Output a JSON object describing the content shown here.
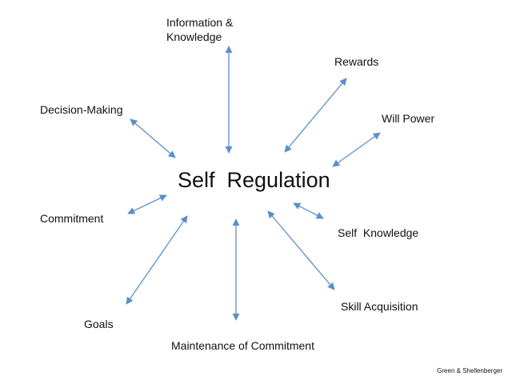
{
  "diagram": {
    "center_label": "Self  Regulation",
    "nodes": [
      {
        "id": "information",
        "lines": [
          "Information &",
          "Knowledge"
        ]
      },
      {
        "id": "rewards",
        "lines": [
          "Rewards"
        ]
      },
      {
        "id": "will-power",
        "lines": [
          "Will Power"
        ]
      },
      {
        "id": "self-knowledge",
        "lines": [
          "Self  Knowledge"
        ]
      },
      {
        "id": "skill-acquisition",
        "lines": [
          "Skill Acquisition"
        ]
      },
      {
        "id": "maintenance",
        "lines": [
          "Maintenance of Commitment"
        ]
      },
      {
        "id": "goals",
        "lines": [
          "Goals"
        ]
      },
      {
        "id": "commitment",
        "lines": [
          "Commitment"
        ]
      },
      {
        "id": "decision-making",
        "lines": [
          "Decision-Making"
        ]
      }
    ],
    "arrow_color": "#5b8fc9",
    "credit": "Green & Shellenberger"
  }
}
